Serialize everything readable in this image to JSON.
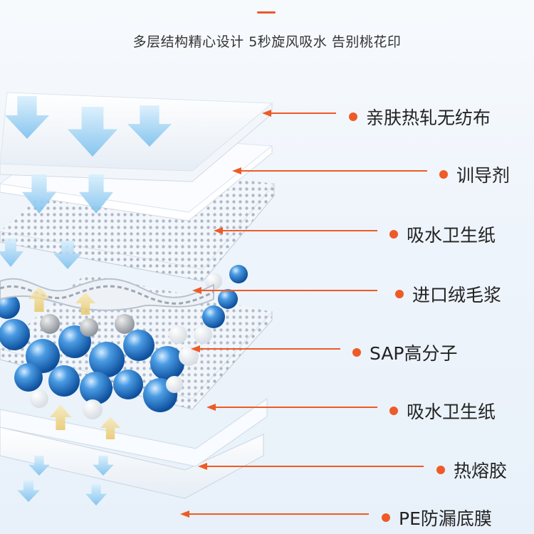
{
  "header": {
    "subtitle": "多层结构精心设计 5秒旋风吸水 告别桃花印"
  },
  "colors": {
    "accent": "#ee5b26",
    "sheet_white": "#ffffff",
    "mesh": "#b9c6d6",
    "bead_blue": "#2f7fd0",
    "arrow_blue": "#9fd0f0",
    "arrow_yellow": "#f1d88a"
  },
  "layers": [
    {
      "label": "亲肤热轧无纺布"
    },
    {
      "label": "训导剂"
    },
    {
      "label": "吸水卫生纸"
    },
    {
      "label": "进口绒毛浆"
    },
    {
      "label": "SAP高分子"
    },
    {
      "label": "吸水卫生纸"
    },
    {
      "label": "热熔胶"
    },
    {
      "label": "PE防漏底膜"
    }
  ]
}
